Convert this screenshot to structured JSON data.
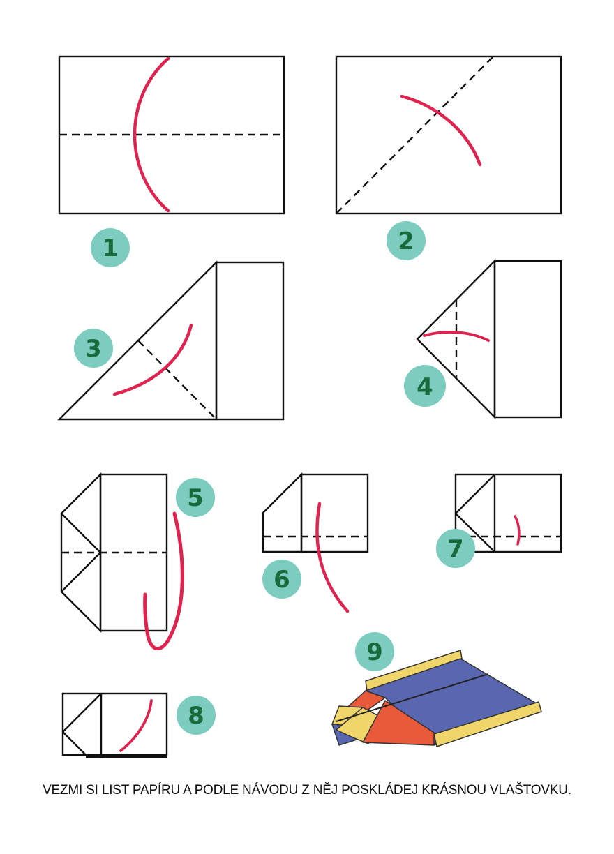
{
  "steps": [
    {
      "number": "1"
    },
    {
      "number": "2"
    },
    {
      "number": "3"
    },
    {
      "number": "4"
    },
    {
      "number": "5"
    },
    {
      "number": "6"
    },
    {
      "number": "7"
    },
    {
      "number": "8"
    },
    {
      "number": "9"
    }
  ],
  "caption": "VEZMI SI LIST PAPÍRU A PODLE NÁVODU Z NĚJ POSKLÁDEJ KRÁSNOU VLAŠTOVKU.",
  "colors": {
    "line": "#111111",
    "arrow": "#e0224e",
    "badge": "#7cccc0",
    "badge_text": "#1a6b3c",
    "plane_blue": "#5966b0",
    "plane_red": "#e85a3a",
    "plane_yellow": "#f0d66a"
  }
}
